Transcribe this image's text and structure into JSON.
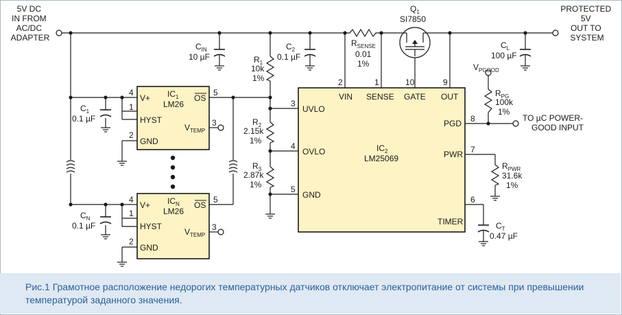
{
  "input": {
    "label_lines": [
      "5V DC",
      "IN FROM",
      "AC/DC",
      "ADAPTER"
    ]
  },
  "output": {
    "label_lines": [
      "PROTECTED",
      "5V",
      "OUT TO",
      "SYSTEM"
    ]
  },
  "pgood_output": {
    "label_lines": [
      "TO µC POWER-",
      "GOOD INPUT"
    ]
  },
  "vpgood": {
    "label": "V",
    "sub": "PGOOD"
  },
  "transistor": {
    "ref": "Q",
    "ref_sub": "1",
    "part": "SI7850"
  },
  "components": {
    "cin": {
      "ref": "C",
      "sub": "IN",
      "value": "10 µF"
    },
    "c2": {
      "ref": "C",
      "sub": "2",
      "value": "0.1 µF"
    },
    "cl": {
      "ref": "C",
      "sub": "L",
      "value": "100 µF"
    },
    "c1": {
      "ref": "C",
      "sub": "1",
      "value": "0.1 µF"
    },
    "cn": {
      "ref": "C",
      "sub": "N",
      "value": "0.1 µF"
    },
    "ct": {
      "ref": "C",
      "sub": "T",
      "value": "0.47 µF"
    },
    "r1": {
      "ref": "R",
      "sub": "1",
      "value": "10k",
      "tol": "1%"
    },
    "r2": {
      "ref": "R",
      "sub": "2",
      "value": "2.15k",
      "tol": "1%"
    },
    "r3": {
      "ref": "R",
      "sub": "3",
      "value": "2.87k",
      "tol": "1%"
    },
    "rsense": {
      "ref": "R",
      "sub": "SENSE",
      "value": "0.01",
      "tol": "1%"
    },
    "rpg": {
      "ref": "R",
      "sub": "PG",
      "value": "100k",
      "tol": "1%"
    },
    "rpwr": {
      "ref": "R",
      "sub": "PWR",
      "value": "31.6k",
      "tol": "1%"
    }
  },
  "ic1": {
    "ref": "IC",
    "ref_sub": "1",
    "part": "LM26",
    "pins": {
      "vplus": "V+",
      "hyst": "HYST",
      "gnd": "GND",
      "os": "OS",
      "vtemp": "V",
      "vtemp_sub": "TEMP"
    },
    "pin_numbers": {
      "vplus": "4",
      "hyst": "1",
      "gnd": "2",
      "os": "5",
      "vtemp": "3"
    }
  },
  "icn": {
    "ref": "IC",
    "ref_sub": "N",
    "part": "LM26",
    "pins": {
      "vplus": "V+",
      "hyst": "HYST",
      "gnd": "GND",
      "os": "OS",
      "vtemp": "V",
      "vtemp_sub": "TEMP"
    },
    "pin_numbers": {
      "vplus": "4",
      "hyst": "1",
      "gnd": "2",
      "os": "5",
      "vtemp": "3"
    }
  },
  "ic2": {
    "ref": "IC",
    "ref_sub": "2",
    "part": "LM25069",
    "pins": {
      "vin": "VIN",
      "sense": "SENSE",
      "gate": "GATE",
      "out": "OUT",
      "uvlo": "UVLO",
      "ovlo": "OVLO",
      "gnd": "GND",
      "pgd": "PGD",
      "pwr": "PWR",
      "timer": "TIMER"
    },
    "pin_numbers": {
      "vin": "2",
      "sense": "1",
      "gate": "10",
      "out": "9",
      "uvlo": "3",
      "ovlo": "4",
      "gnd": "5",
      "pgd": "8",
      "pwr": "7",
      "timer": "6"
    }
  },
  "colors": {
    "ic_fill": "#fdf3c4",
    "caption_bg": "#dfe9f4",
    "caption_text": "#2b5f96",
    "frame": "#aab7c8"
  },
  "caption": "Рис.1 Грамотное расположение недорогих температурных датчиков отключает электропитание от системы при превышении температурой заданного значения."
}
